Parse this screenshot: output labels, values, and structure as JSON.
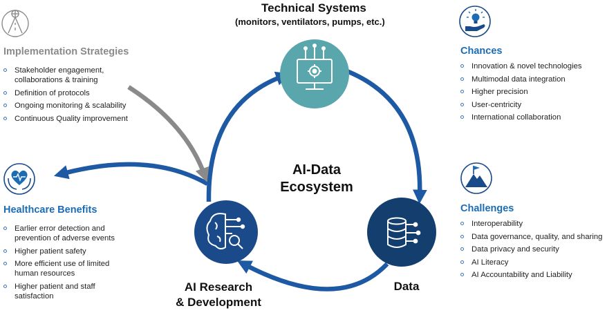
{
  "center": {
    "title_line1": "AI-Data",
    "title_line2": "Ecosystem"
  },
  "technical_systems": {
    "title": "Technical Systems",
    "subtitle": "(monitors, ventilators, pumps, etc.)"
  },
  "nodes": {
    "data_label": "Data",
    "ai_label_line1": "AI Research",
    "ai_label_line2": "& Development"
  },
  "implementation": {
    "title": "Implementation Strategies",
    "items": [
      "Stakeholder engagement,\ncollaborations & training",
      "Definition of protocols",
      "Ongoing monitoring & scalability",
      "Continuous Quality improvement"
    ]
  },
  "healthcare": {
    "title": "Healthcare Benefits",
    "items": [
      "Earlier error detection and\nprevention of adverse events",
      "Higher patient safety",
      "More efficient use of limited\nhuman resources",
      "Higher patient and staff\nsatisfaction"
    ]
  },
  "chances": {
    "title": "Chances",
    "items": [
      "Innovation & novel technologies",
      "Multimodal data integration",
      "Higher precision",
      "User-centricity",
      "International collaboration"
    ]
  },
  "challenges": {
    "title": "Challenges",
    "items": [
      "Interoperability",
      "Data governance, quality, and sharing",
      "Data privacy and security",
      "AI Literacy",
      "AI Accountability and Liability"
    ]
  },
  "colors": {
    "teal": "#5aa6ad",
    "navy": "#143e6e",
    "blue_accent": "#1b6cb3",
    "arrow_blue": "#1d5aa3",
    "arrow_gray": "#8a8a8a"
  },
  "icons": {
    "technical": "monitor-gear-icon",
    "data": "database-icon",
    "ai": "brain-search-icon",
    "implementation": "road-compass-icon",
    "healthcare": "heart-hands-icon",
    "chances": "lightbulb-hand-icon",
    "challenges": "mountain-flag-icon"
  }
}
